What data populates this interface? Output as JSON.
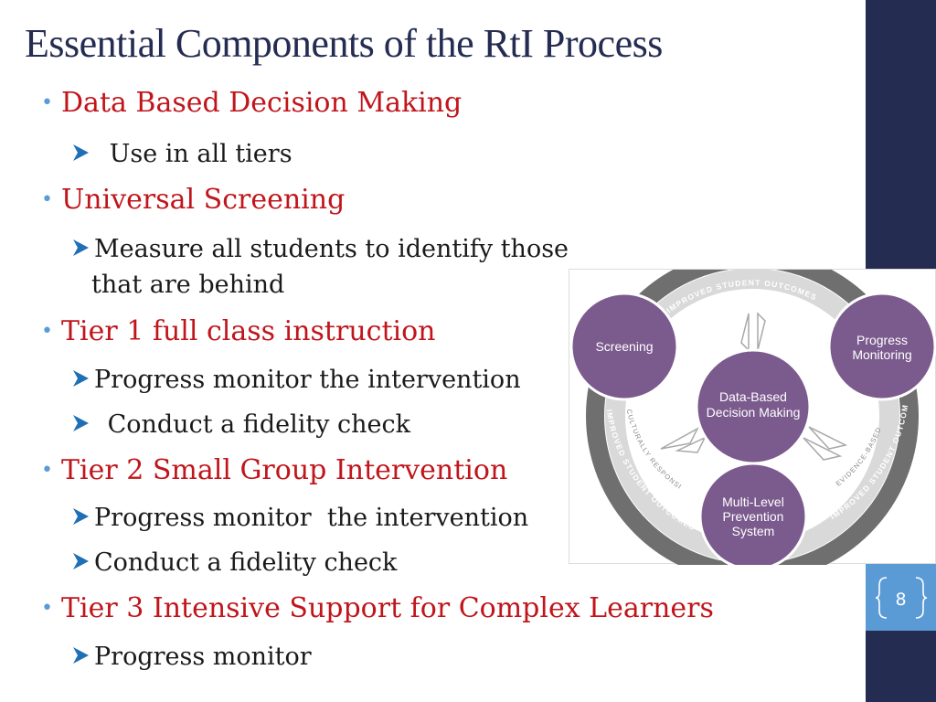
{
  "slide": {
    "title": "Essential Components of the RtI Process",
    "page_number": "8",
    "accent_color": "#252c52",
    "heading_color": "#c0151b",
    "bullet_color": "#5b9bd5"
  },
  "sections": [
    {
      "heading": "Data Based Decision Making",
      "items": [
        "Use in all tiers"
      ]
    },
    {
      "heading": "Universal Screening",
      "items": [
        "Measure all students to identify those",
        "that are behind"
      ]
    },
    {
      "heading": "Tier 1 full class instruction",
      "items": [
        "Progress monitor the intervention",
        "Conduct a fidelity check"
      ]
    },
    {
      "heading": "Tier 2 Small Group Intervention",
      "items": [
        "Progress monitor  the intervention",
        "Conduct a fidelity check"
      ]
    },
    {
      "heading": "Tier 3 Intensive Support for Complex Learners",
      "items": [
        "Progress monitor"
      ]
    }
  ],
  "diagram": {
    "nodes": {
      "screening": "Screening",
      "progress_line1": "Progress",
      "progress_line2": "Monitoring",
      "center_line1": "Data-Based",
      "center_line2": "Decision Making",
      "mlps_line1": "Multi-Level",
      "mlps_line2": "Prevention",
      "mlps_line3": "System"
    },
    "ring_labels": {
      "top": "IMPROVED STUDENT OUTCOMES",
      "left": "IMPROVED STUDENT OUTCOMES",
      "right": "IMPROVED STUDENT OUTCOMES",
      "inner_left": "CULTURALLY RESPONSIVE",
      "inner_right": "EVIDENCE-BASED"
    },
    "node_color": "#7b5a8e",
    "ring_color": "#6f6f6f"
  }
}
